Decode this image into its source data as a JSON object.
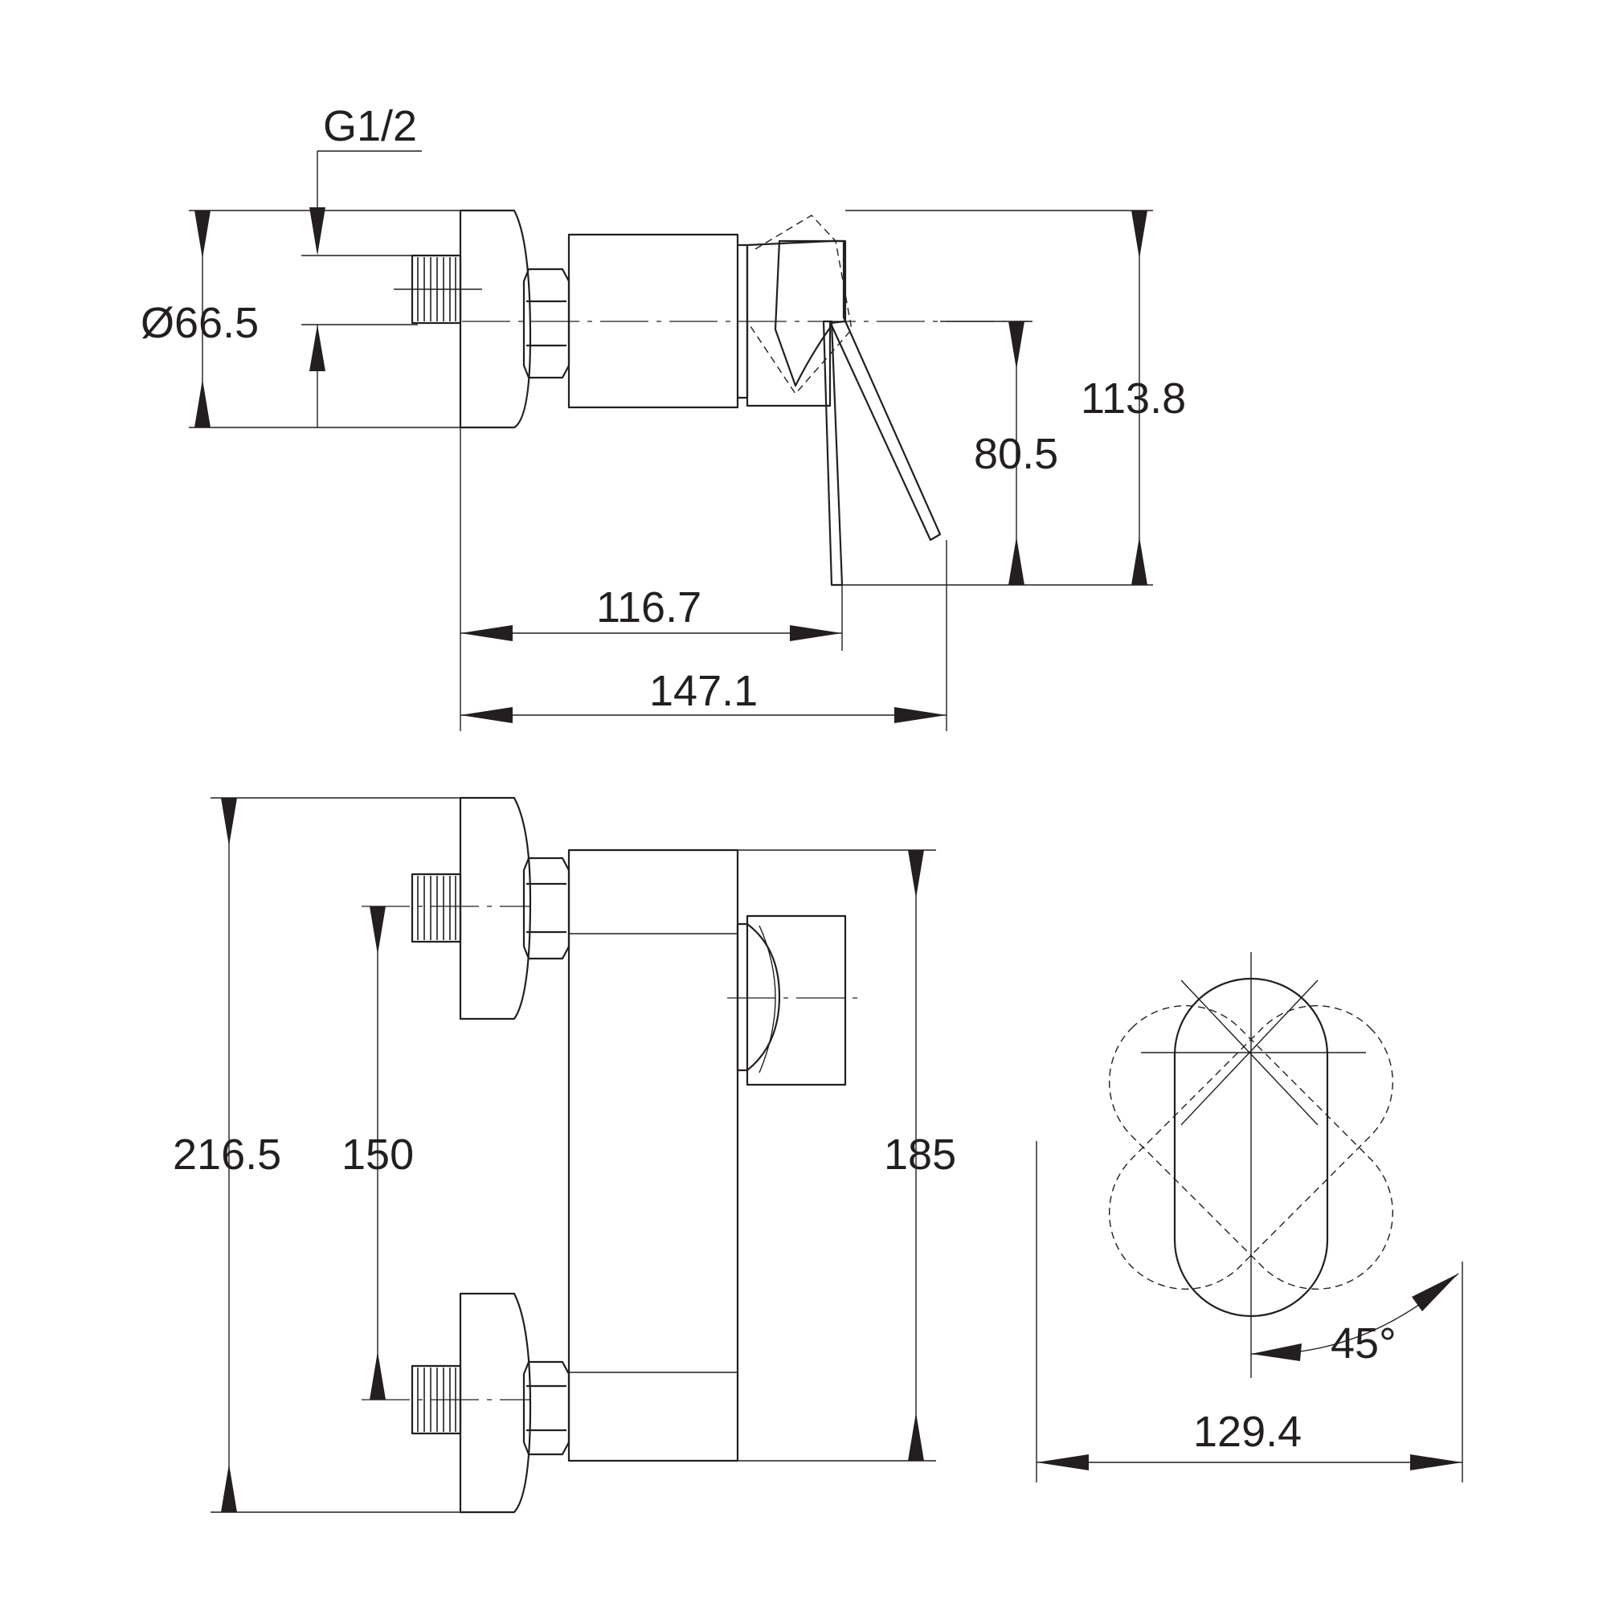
{
  "dimensions": {
    "thread": "G1/2",
    "diameter": "Ø66.5",
    "height_total_side": "113.8",
    "lever_height": "80.5",
    "depth_body": "116.7",
    "depth_total": "147.1",
    "height_total_front": "216.5",
    "inlet_spacing": "150",
    "body_height": "185",
    "lever_angle": "45°",
    "lever_span": "129.4"
  }
}
